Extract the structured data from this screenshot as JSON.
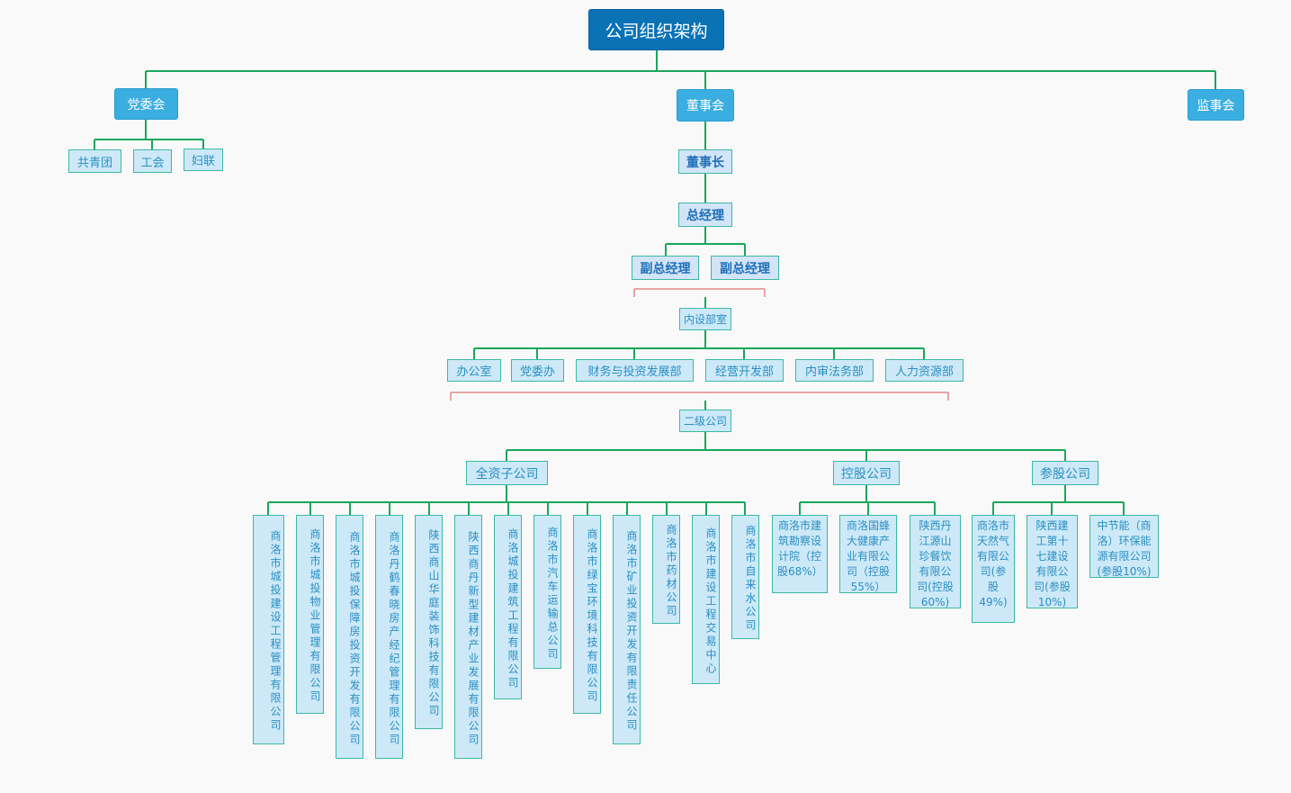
{
  "title": "公司组织架构",
  "top": {
    "party": "党委会",
    "board": "董事会",
    "supervisory": "监事会"
  },
  "party_orgs": [
    "共青团",
    "工会",
    "妇联"
  ],
  "chairman": "董事长",
  "general_manager": "总经理",
  "deputy_managers": [
    "副总经理",
    "副总经理"
  ],
  "internal_label": "内设部室",
  "departments": [
    "办公室",
    "党委办",
    "财务与投资发展部",
    "经营开发部",
    "内审法务部",
    "人力资源部"
  ],
  "secondary_label": "二级公司",
  "categories": {
    "wholly_owned": "全资子公司",
    "holding": "控股公司",
    "shareholding": "参股公司"
  },
  "wholly_owned": [
    "商洛市城投建设工程管理有限公司",
    "商洛市城投物业管理有限公司",
    "商洛市城投保障房投资开发有限公司",
    "商洛丹鹤春晓房产经纪管理有限公司",
    "陕西商山华庭装饰科技有限公司",
    "陕西商丹新型建材产业发展有限公司",
    "商洛城投建筑工程有限公司",
    "商洛市汽车运输总公司",
    "商洛市绿宝环境科技有限公司",
    "商洛市矿业投资开发有限责任公司",
    "商洛市药材公司",
    "商洛市建设工程交易中心",
    "商洛市自来水公司"
  ],
  "holding": [
    "商洛市建筑勘察设计院（控股68%）",
    "商洛国蜂大健康产业有限公司（控股55%）",
    "陕西丹江源山珍餐饮有限公司(控股60%)"
  ],
  "shareholding": [
    "商洛市天然气有限公司(参股49%)",
    "陕西建工第十七建设有限公司(参股10%)",
    "中节能（商洛）环保能源有限公司(参股10%)"
  ]
}
